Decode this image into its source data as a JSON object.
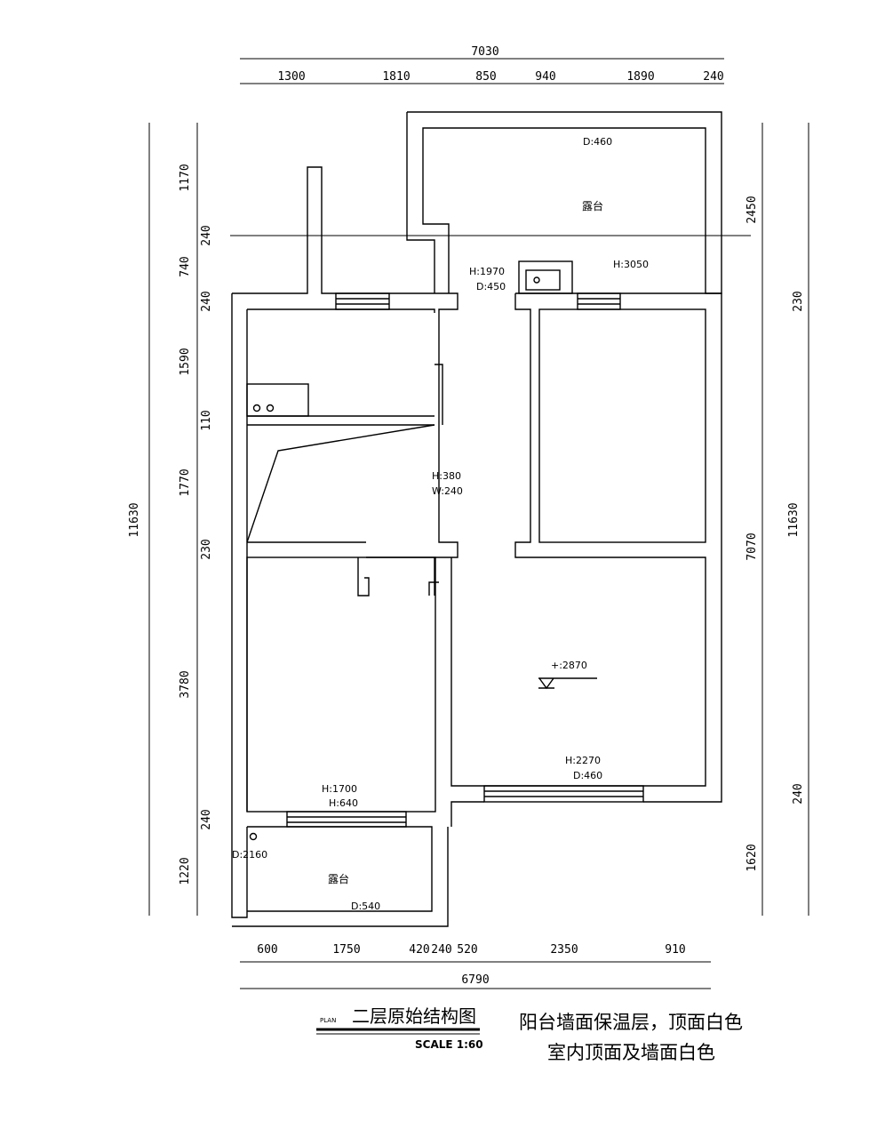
{
  "dimensions": {
    "top_total": "7030",
    "top_segments": [
      "1300",
      "1810",
      "850",
      "940",
      "1890",
      "240"
    ],
    "bottom_total": "6790",
    "bottom_segments": [
      "600",
      "1750",
      "420",
      "240",
      "520",
      "2350",
      "910"
    ],
    "left_total": "11630",
    "left_segments": [
      "1170",
      "240",
      "740",
      "240",
      "1590",
      "110",
      "1770",
      "230",
      "3780",
      "240",
      "1220"
    ],
    "right_total": "11630",
    "right_segments": [
      "2450",
      "230",
      "7070",
      "240",
      "1620"
    ]
  },
  "labels": {
    "balcony_top": "露台",
    "balcony_top_depth": "D:460",
    "window_top_left_h": "H:1970",
    "window_top_left_d": "D:450",
    "window_top_right_h": "H:3050",
    "opening_mid_h": "H:380",
    "opening_mid_w": "W:240",
    "level_mark": "+:2870",
    "window_right_h": "H:2270",
    "window_right_d": "D:460",
    "window_left_h": "H:1700",
    "window_left_d": "H:640",
    "balcony_bottom": "露台",
    "balcony_bottom_d1": "D:2160",
    "balcony_bottom_d2": "D:540"
  },
  "title": {
    "plan_tag": "PLAN",
    "name": "二层原始结构图",
    "scale": "SCALE 1:60"
  },
  "notes": [
    "阳台墙面保温层，顶面白色",
    "室内顶面及墙面白色"
  ]
}
